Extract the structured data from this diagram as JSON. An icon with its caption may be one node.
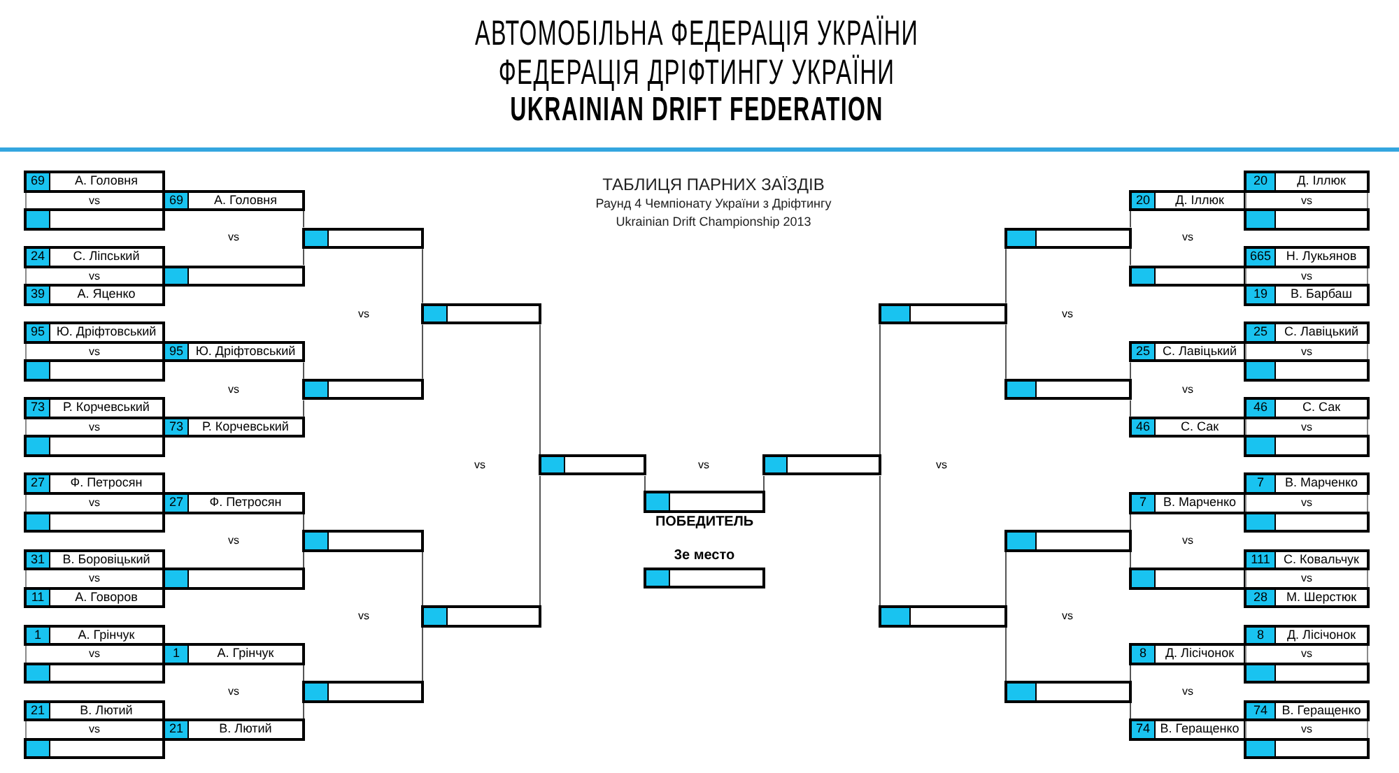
{
  "diagram": {
    "title": "ТАБЛИЦЯ ПАРНИХ ЗАЇЗДІВ",
    "nodes": [
      {
        "text": [
          "69",
          "А. Головня"
        ]
      },
      {
        "text": [
          "20",
          "Д. Іллюк"
        ]
      },
      {
        "text": [
          "vs"
        ]
      },
      {
        "text": [
          "69",
          "А. Головня"
        ]
      },
      {
        "text": [
          "20",
          "Д. Іллюк"
        ]
      },
      {
        "text": [
          "vs"
        ]
      },
      {
        "text": [],
        "shape": "box"
      },
      {
        "text": [],
        "shape": "box"
      },
      {
        "text": [],
        "shape": "box"
      },
      {
        "text": [],
        "shape": "box"
      },
      {
        "text": [
          "24",
          "С. Ліпський"
        ]
      },
      {
        "text": [
          "665",
          "Н. Лукьянов"
        ]
      },
      {
        "text": [
          "vs"
        ]
      },
      {
        "text": [],
        "shape": "box"
      },
      {
        "text": [],
        "shape": "box"
      },
      {
        "text": [
          "vs"
        ]
      },
      {
        "text": [
          "39",
          "А. Яценко"
        ]
      },
      {
        "text": [
          "19",
          "В. Барбаш"
        ]
      },
      {
        "text": [],
        "shape": "box"
      },
      {
        "text": [],
        "shape": "box"
      },
      {
        "text": [
          "95",
          "Ю. Дріфтовський"
        ]
      },
      {
        "text": [
          "25",
          "С. Лавіцький"
        ]
      },
      {
        "text": [
          "vs"
        ]
      },
      {
        "text": [
          "95",
          "Ю. Дріфтовський"
        ]
      },
      {
        "text": [
          "25",
          "С. Лавіцький"
        ]
      },
      {
        "text": [
          "vs"
        ]
      },
      {
        "text": [],
        "shape": "box"
      },
      {
        "text": [],
        "shape": "box"
      },
      {
        "text": [],
        "shape": "box"
      },
      {
        "text": [],
        "shape": "box"
      },
      {
        "text": [
          "73",
          "Р. Корчевський"
        ]
      },
      {
        "text": [
          "46",
          "С. Сак"
        ]
      },
      {
        "text": [
          "vs"
        ]
      },
      {
        "text": [
          "73",
          "Р. Корчевський"
        ]
      },
      {
        "text": [
          "46",
          "С. Сак"
        ]
      },
      {
        "text": [
          "vs"
        ]
      },
      {
        "text": [],
        "shape": "box"
      },
      {
        "text": [],
        "shape": "box"
      },
      {
        "text": [],
        "shape": "box"
      },
      {
        "text": [],
        "shape": "box"
      },
      {
        "text": [
          "27",
          "Ф. Петросян"
        ]
      },
      {
        "text": [
          "7",
          "В. Марченко"
        ]
      },
      {
        "text": [],
        "shape": "box",
        "beside": [
          "ПОБЕДИТЕЛЬ"
        ]
      },
      {
        "text": [
          "vs"
        ]
      },
      {
        "text": [
          "27",
          "Ф. Петросян"
        ]
      },
      {
        "text": [
          "7",
          "В. Марченко"
        ]
      },
      {
        "text": [
          "vs"
        ]
      },
      {
        "text": [],
        "shape": "box"
      },
      {
        "text": [],
        "shape": "box"
      },
      {
        "text": [],
        "shape": "box"
      },
      {
        "text": [],
        "shape": "box"
      },
      {
        "text": [
          "31",
          "В. Боровіцький"
        ]
      },
      {
        "text": [
          "111",
          "С. Ковальчук"
        ]
      },
      {
        "text": [
          "vs"
        ]
      },
      {
        "text": [],
        "shape": "box"
      },
      {
        "text": [],
        "shape": "box",
        "beside": [
          "3е место"
        ]
      },
      {
        "text": [],
        "shape": "box"
      },
      {
        "text": [
          "vs"
        ]
      },
      {
        "text": [
          "11",
          "А. Говоров"
        ]
      },
      {
        "text": [
          "28",
          "М. Шерстюк"
        ]
      },
      {
        "text": [],
        "shape": "box"
      },
      {
        "text": [],
        "shape": "box"
      },
      {
        "text": [
          "1",
          "А. Грінчук"
        ]
      },
      {
        "text": [
          "8",
          "Д. Лісічонок"
        ]
      },
      {
        "text": [
          "vs"
        ]
      },
      {
        "text": [
          "1",
          "А. Грінчук"
        ]
      },
      {
        "text": [
          "8",
          "Д. Лісічонок"
        ]
      },
      {
        "text": [
          "vs"
        ]
      },
      {
        "text": [],
        "shape": "box"
      },
      {
        "text": [],
        "shape": "box"
      },
      {
        "text": [],
        "shape": "box"
      },
      {
        "text": [],
        "shape": "box"
      },
      {
        "text": [
          "21",
          "В. Лютий"
        ]
      },
      {
        "text": [
          "74",
          "В. Геращенко"
        ]
      },
      {
        "text": [
          "vs"
        ]
      },
      {
        "text": [
          "21",
          "В. Лютий"
        ]
      },
      {
        "text": [
          "74",
          "В. Геращенко"
        ]
      },
      {
        "text": [
          "vs"
        ]
      },
      {
        "text": [],
        "shape": "box"
      },
      {
        "text": [],
        "shape": "box"
      }
    ],
    "edges": [
      {
        "from": 3,
        "to": 8,
        "arrow": "none"
      },
      {
        "from": 13,
        "to": 8,
        "arrow": "none"
      },
      {
        "from": 23,
        "to": 28,
        "arrow": "none"
      },
      {
        "from": 33,
        "to": 28,
        "arrow": "none"
      },
      {
        "from": 44,
        "to": 49,
        "arrow": "none"
      },
      {
        "from": 54,
        "to": 49,
        "arrow": "none"
      },
      {
        "from": 65,
        "to": 70,
        "arrow": "none"
      },
      {
        "from": 75,
        "to": 70,
        "arrow": "none"
      },
      {
        "from": 8,
        "to": 18,
        "arrow": "none"
      },
      {
        "from": 28,
        "to": 18,
        "arrow": "none"
      },
      {
        "from": 49,
        "to": 60,
        "arrow": "none"
      },
      {
        "from": 70,
        "to": 60,
        "arrow": "none"
      },
      {
        "from": 18,
        "to": 38,
        "arrow": "none"
      },
      {
        "from": 60,
        "to": 38,
        "arrow": "none"
      },
      {
        "from": 38,
        "to": 42,
        "arrow": "none"
      },
      {
        "from": 4,
        "to": 9,
        "arrow": "none"
      },
      {
        "from": 14,
        "to": 9,
        "arrow": "none"
      },
      {
        "from": 24,
        "to": 29,
        "arrow": "none"
      },
      {
        "from": 34,
        "to": 29,
        "arrow": "none"
      },
      {
        "from": 45,
        "to": 50,
        "arrow": "none"
      },
      {
        "from": 56,
        "to": 50,
        "arrow": "none"
      },
      {
        "from": 66,
        "to": 71,
        "arrow": "none"
      },
      {
        "from": 76,
        "to": 71,
        "arrow": "none"
      },
      {
        "from": 9,
        "to": 19,
        "arrow": "none"
      },
      {
        "from": 29,
        "to": 19,
        "arrow": "none"
      },
      {
        "from": 50,
        "to": 61,
        "arrow": "none"
      },
      {
        "from": 71,
        "to": 61,
        "arrow": "none"
      },
      {
        "from": 19,
        "to": 39,
        "arrow": "none"
      },
      {
        "from": 61,
        "to": 39,
        "arrow": "none"
      },
      {
        "from": 39,
        "to": 42,
        "arrow": "none"
      }
    ],
    "labels": [
      "АВТОМОБІЛЬНА ФЕДЕРАЦІЯ УКРАЇНИ",
      "ФЕДЕРАЦІЯ ДРІФТИНГУ УКРАЇНИ",
      "UKRAINIAN DRIFT FEDERATION",
      "Раунд 4 Чемпіонату України з Дріфтингу",
      "Ukrainian Drift Championship 2013",
      "vs",
      "vs",
      "vs",
      "vs",
      "vs",
      "vs",
      "vs",
      "vs",
      "vs",
      "vs",
      "vs",
      "vs",
      "vs",
      "vs",
      "vs"
    ]
  }
}
